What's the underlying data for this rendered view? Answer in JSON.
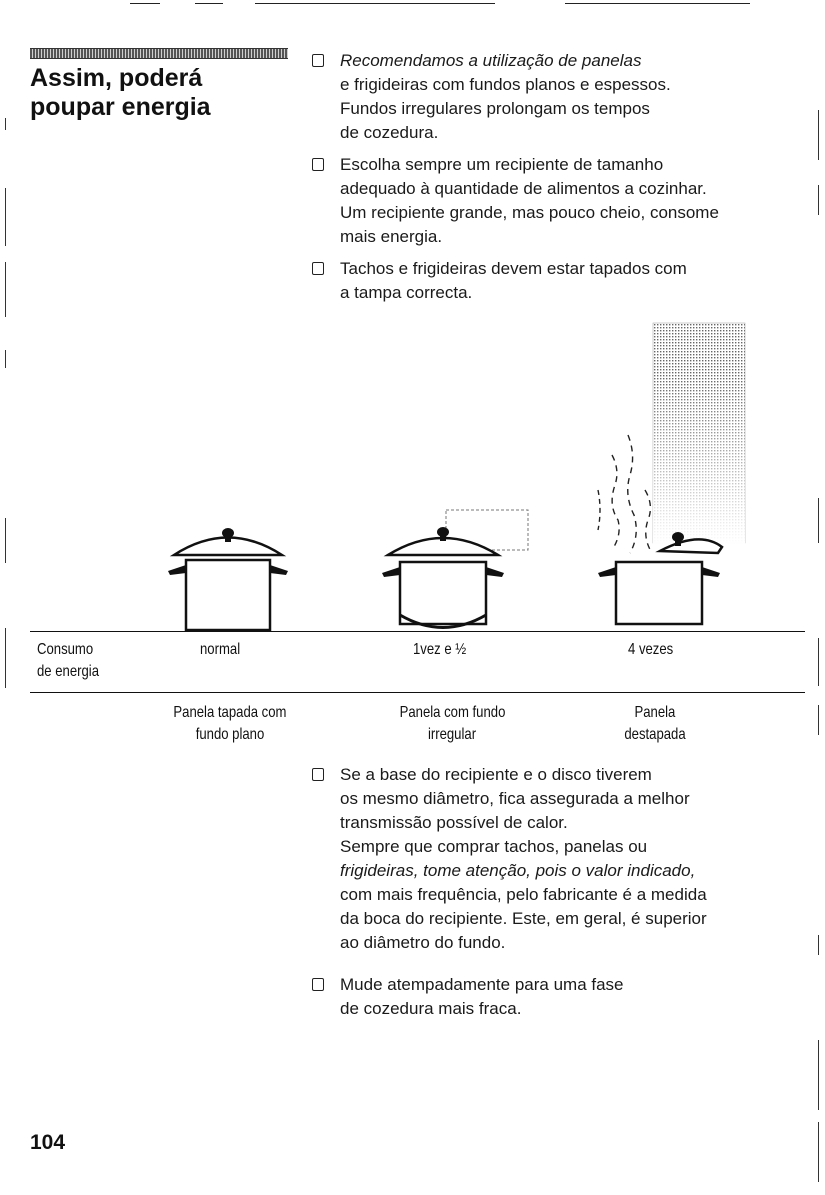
{
  "heading": {
    "line1": "Assim, poderá",
    "line2": "poupar energia"
  },
  "tips_top": [
    {
      "t1": "Recomendamos a utilização de panelas",
      "t2": "e frigideiras com fundos planos e espessos.",
      "t3": "Fundos irregulares prolongam os tempos",
      "t4": "de cozedura."
    },
    {
      "t1": "Escolha sempre um recipiente de tamanho",
      "t2": "adequado à quantidade de alimentos a cozinhar.",
      "t3": "Um recipiente grande, mas pouco cheio, consome",
      "t4": "mais energia."
    },
    {
      "t1": "Tachos e frigideiras devem estar tapados com",
      "t2": "a tampa correcta."
    }
  ],
  "figure": {
    "energy_label_1": "Consumo",
    "energy_label_2": "de energia",
    "values": [
      "normal",
      "1vez e ½",
      "4 vezes"
    ],
    "captions": [
      {
        "l1": "Panela tapada com",
        "l2": "fundo plano"
      },
      {
        "l1": "Panela com fundo",
        "l2": "irregular"
      },
      {
        "l1": "Panela",
        "l2": "destapada"
      }
    ]
  },
  "tips_bottom": [
    {
      "t1": "Se a base do recipiente e o disco tiverem",
      "t2": "os mesmo diâmetro, fica assegurada a melhor",
      "t3": "transmissão possível de calor.",
      "t4": "Sempre que comprar tachos, panelas ou",
      "t5a": "frigideiras, tome atenção, pois o valor indicado,",
      "t6": "com mais frequência, pelo fabricante é a medida",
      "t7": "da boca do recipiente. Este, em geral, é superior",
      "t8": "ao diâmetro do fundo."
    },
    {
      "t1": "Mude atempadamente para uma fase",
      "t2": "de cozedura mais fraca."
    }
  ],
  "page_number": "104"
}
